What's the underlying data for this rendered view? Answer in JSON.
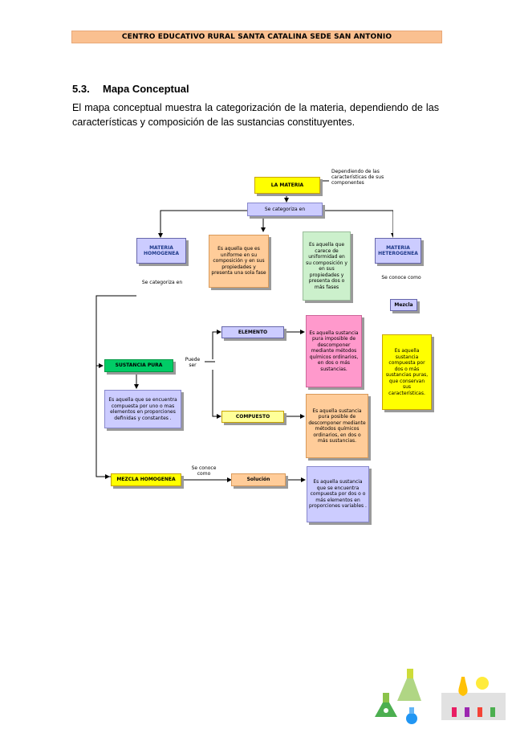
{
  "header": {
    "text": "Centro Educativo Rural Santa Catalina Sede San Antonio"
  },
  "section": {
    "number": "5.3.",
    "title": "Mapa Conceptual"
  },
  "paragraph": "El mapa conceptual muestra la categorización de la materia, dependiendo de las características y composición de las sustancias constituyentes.",
  "map": {
    "materia": "LA MATERIA",
    "dependiendo": "Dependiendo de las características de sus componentes",
    "categoriza": "Se categoriza en",
    "homogenea": "MATERIA HOMOGENEA",
    "homo_def": "Es aquella que es uniforme en su composición y en sus propiedades y presenta una sola fase",
    "hetero_def": "Es aquella que carece de uniformidad en su composición y en sus propiedades y presenta dos o más fases",
    "heterogenea": "MATERIA HETEROGENEA",
    "se_categoriza_en": "Se categoriza en",
    "se_conoce_como": "Se conoce como",
    "mezcla": "Mezcla",
    "mezcla_def": "Es aquella sustancia compuesta por dos o más sustancias puras, que conservan sus características.",
    "elemento": "ELEMENTO",
    "elemento_def": "Es aquella sustancia pura imposible de descomponer mediante métodos químicos ordinarios, en dos o más sustancias.",
    "sustancia_pura": "SUSTANCIA PURA",
    "puede_ser": "Puede ser",
    "sustancia_def": "Es aquella que se encuentra compuesta por uno o mas elementos en proporciones definidas y constantes .",
    "compuesto": "COMPUESTO",
    "compuesto_def": "Es aquella sustancia pura posible de descomponer mediante métodos químicos ordinarios, en dos o más sustancias.",
    "mezcla_homogenea": "MEZCLA HOMOGENEA",
    "se_conoce_como2": "Se conoce como",
    "solucion": "Solución",
    "solucion_def": "Es aquella sustancia que se encuentra compuesta por dos o o más elementos en proporciones variables ."
  },
  "colors": {
    "header_bg": "#fac090",
    "yellow": "#ffff00",
    "lavender": "#ccccff",
    "peach": "#fbd5b5",
    "tan": "#ffcc99",
    "pink": "#ff99cc",
    "green": "#00cc66"
  }
}
